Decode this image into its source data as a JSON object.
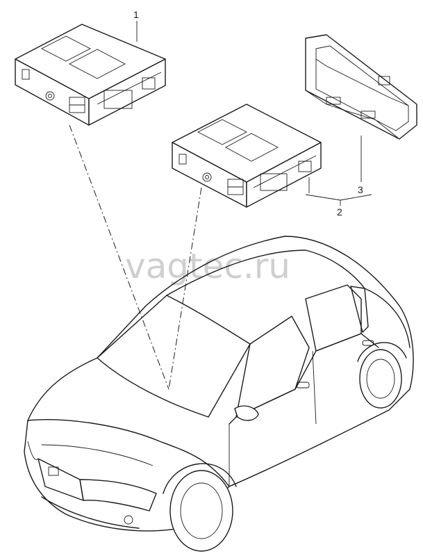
{
  "watermark": "vagtec.ru",
  "callouts": {
    "c1": "1",
    "c2": "2",
    "c3": "3"
  }
}
